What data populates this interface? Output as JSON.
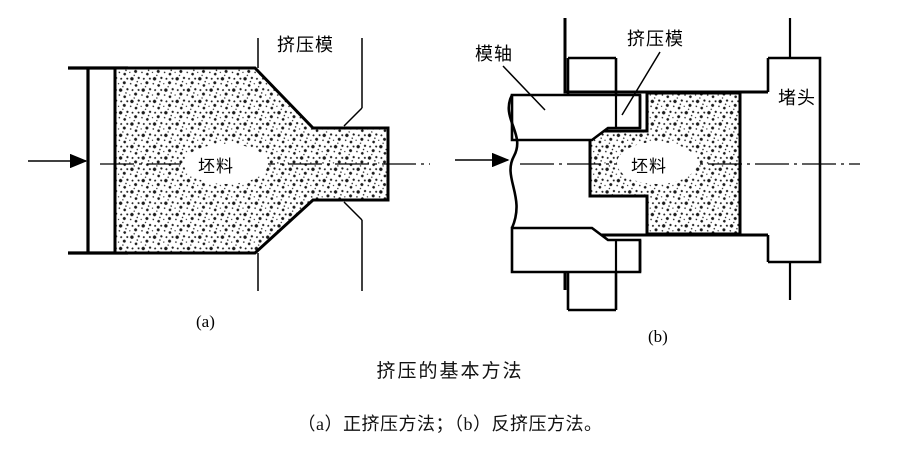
{
  "figure": {
    "caption_title": "挤压的基本方法",
    "caption_sub": "（a）正挤压方法；（b）反挤压方法。",
    "sublabel_a": "(a)",
    "sublabel_b": "(b)",
    "line_color": "#000000",
    "hatch_color": "#1a1a1a",
    "background": "#ffffff"
  },
  "diagram_a": {
    "name": "正挤压方法",
    "labels": {
      "die": "挤压模",
      "billet": "坯料"
    }
  },
  "diagram_b": {
    "name": "反挤压方法",
    "labels": {
      "shaft": "模轴",
      "die": "挤压模",
      "billet": "坯料",
      "plug": "堵头"
    }
  }
}
